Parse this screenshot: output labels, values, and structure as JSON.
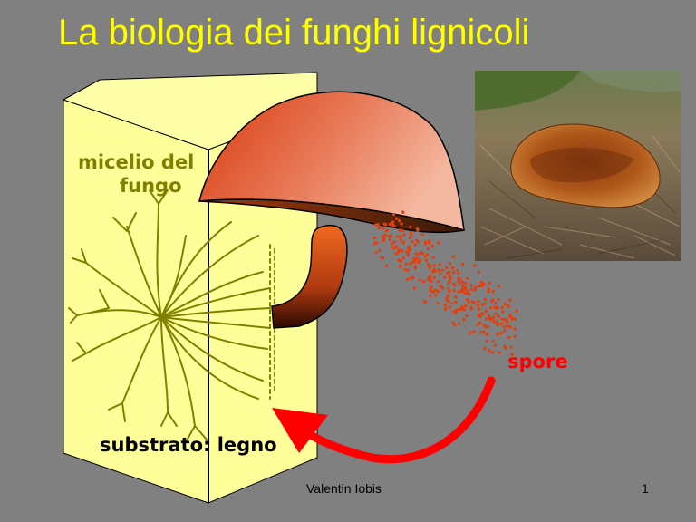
{
  "slide": {
    "title": "La biologia dei funghi lignicoli",
    "author": "Valentin Iobis",
    "page_number": "1"
  },
  "diagram": {
    "labels": {
      "mycelium_line1": "micelio del",
      "mycelium_line2": "fungo",
      "spores": "spore",
      "substrate": "substrato: legno"
    },
    "colors": {
      "background": "#808080",
      "title": "#ffff00",
      "wood": "#ffff99",
      "mycelium": "#808000",
      "cap": "#e8704a",
      "stem": "#e05a1a",
      "spores": "#e04010",
      "arrow": "#ff0000",
      "mycelium_label": "#808000",
      "spore_label": "#ff0000"
    }
  },
  "photo": {
    "subject": "bracket fungus on pine needles"
  }
}
